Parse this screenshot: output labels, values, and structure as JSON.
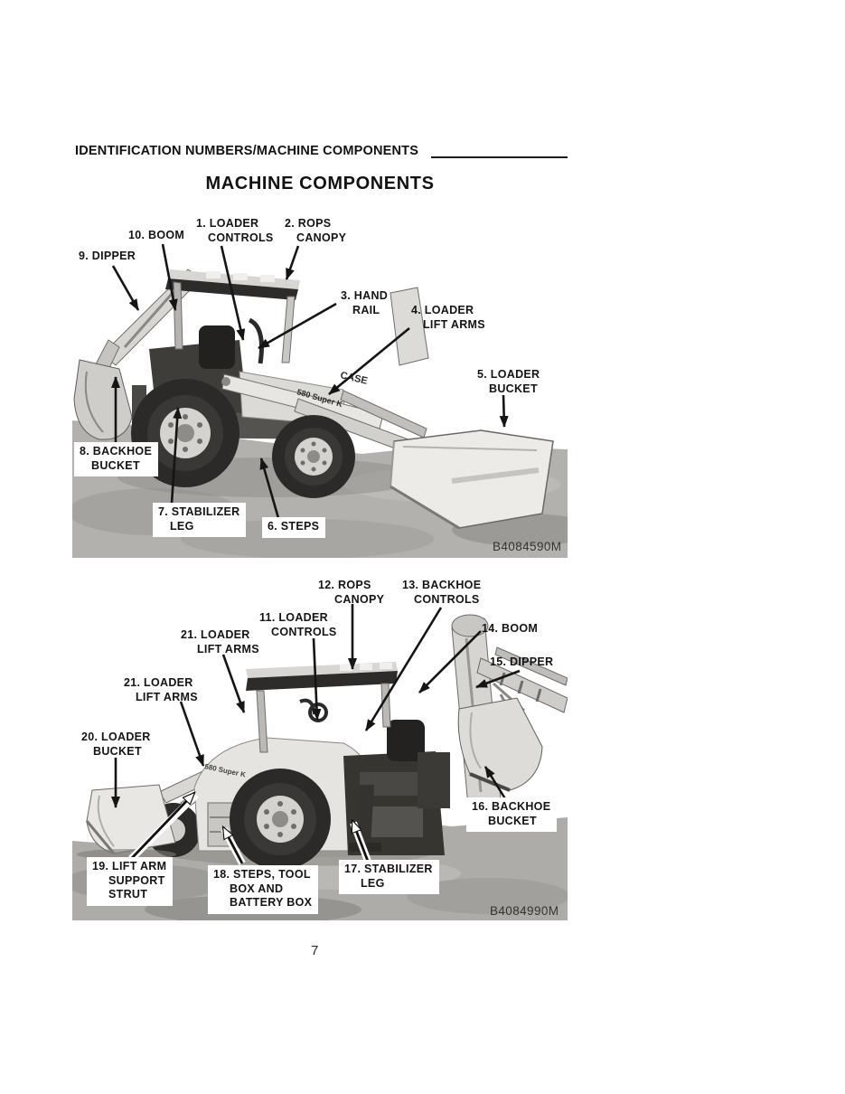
{
  "page": {
    "header": "IDENTIFICATION NUMBERS/MACHINE COMPONENTS",
    "title": "MACHINE COMPONENTS",
    "page_number": "7"
  },
  "branding": {
    "brand": "CASE",
    "model": "580 Super K"
  },
  "figure1": {
    "ref": "B4084590M",
    "view": "loader side view photo",
    "callouts": [
      {
        "num": "1",
        "lines": [
          "1. LOADER",
          "CONTROLS"
        ]
      },
      {
        "num": "2",
        "lines": [
          "2. ROPS",
          "CANOPY"
        ]
      },
      {
        "num": "3",
        "lines": [
          "3. HAND",
          "RAIL"
        ]
      },
      {
        "num": "4",
        "lines": [
          "4. LOADER",
          "LIFT ARMS"
        ]
      },
      {
        "num": "5",
        "lines": [
          "5. LOADER",
          "BUCKET"
        ]
      },
      {
        "num": "6",
        "lines": [
          "6. STEPS"
        ]
      },
      {
        "num": "7",
        "lines": [
          "7. STABILIZER",
          "LEG"
        ]
      },
      {
        "num": "8",
        "lines": [
          "8. BACKHOE",
          "BUCKET"
        ]
      },
      {
        "num": "9",
        "lines": [
          "9. DIPPER"
        ]
      },
      {
        "num": "10",
        "lines": [
          "10. BOOM"
        ]
      }
    ]
  },
  "figure2": {
    "ref": "B4084990M",
    "view": "backhoe rear view photo",
    "callouts": [
      {
        "num": "11",
        "lines": [
          "11. LOADER",
          "CONTROLS"
        ]
      },
      {
        "num": "12",
        "lines": [
          "12. ROPS",
          "CANOPY"
        ]
      },
      {
        "num": "13",
        "lines": [
          "13. BACKHOE",
          "CONTROLS"
        ]
      },
      {
        "num": "14",
        "lines": [
          "14. BOOM"
        ]
      },
      {
        "num": "15",
        "lines": [
          "15. DIPPER"
        ]
      },
      {
        "num": "16",
        "lines": [
          "16. BACKHOE",
          "BUCKET"
        ]
      },
      {
        "num": "17",
        "lines": [
          "17. STABILIZER",
          "LEG"
        ]
      },
      {
        "num": "18",
        "lines": [
          "18. STEPS, TOOL",
          "BOX AND",
          "BATTERY BOX"
        ]
      },
      {
        "num": "19",
        "lines": [
          "19. LIFT ARM",
          "SUPPORT",
          "STRUT"
        ]
      },
      {
        "num": "20",
        "lines": [
          "20. LOADER",
          "BUCKET"
        ]
      },
      {
        "num": "21",
        "lines": [
          "21. LOADER",
          "LIFT ARMS"
        ]
      }
    ]
  }
}
